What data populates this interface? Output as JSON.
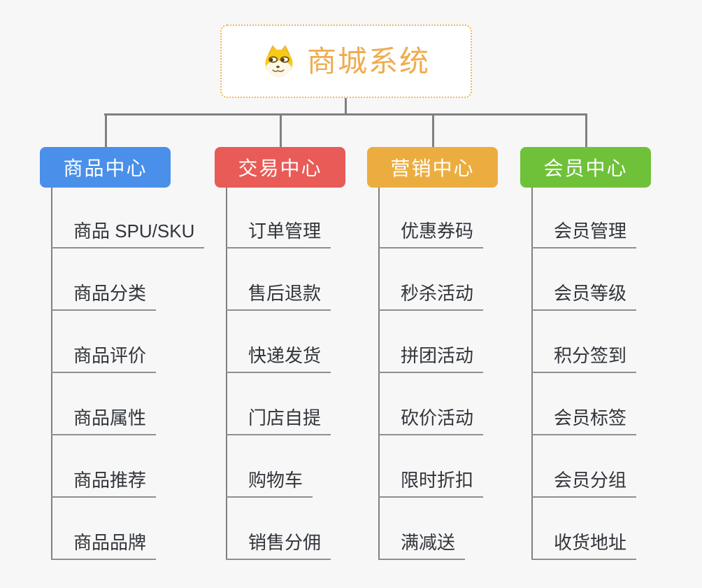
{
  "page": {
    "background": "#f7f7f7",
    "connector_color": "#808080",
    "underline_color": "#8f8f8f"
  },
  "root": {
    "title": "商城系统",
    "title_color": "#efac4e",
    "border_color": "#f2b25c",
    "icon": "doge-face-icon"
  },
  "branches": [
    {
      "label": "商品中心",
      "color": "#4a8fe9",
      "items": [
        "商品 SPU/SKU",
        "商品分类",
        "商品评价",
        "商品属性",
        "商品推荐",
        "商品品牌"
      ]
    },
    {
      "label": "交易中心",
      "color": "#e85b57",
      "items": [
        "订单管理",
        "售后退款",
        "快递发货",
        "门店自提",
        "购物车",
        "销售分佣"
      ]
    },
    {
      "label": "营销中心",
      "color": "#ecad40",
      "items": [
        "优惠券码",
        "秒杀活动",
        "拼团活动",
        "砍价活动",
        "限时折扣",
        "满减送"
      ]
    },
    {
      "label": "会员中心",
      "color": "#6fc13a",
      "items": [
        "会员管理",
        "会员等级",
        "积分签到",
        "会员标签",
        "会员分组",
        "收货地址"
      ]
    }
  ]
}
